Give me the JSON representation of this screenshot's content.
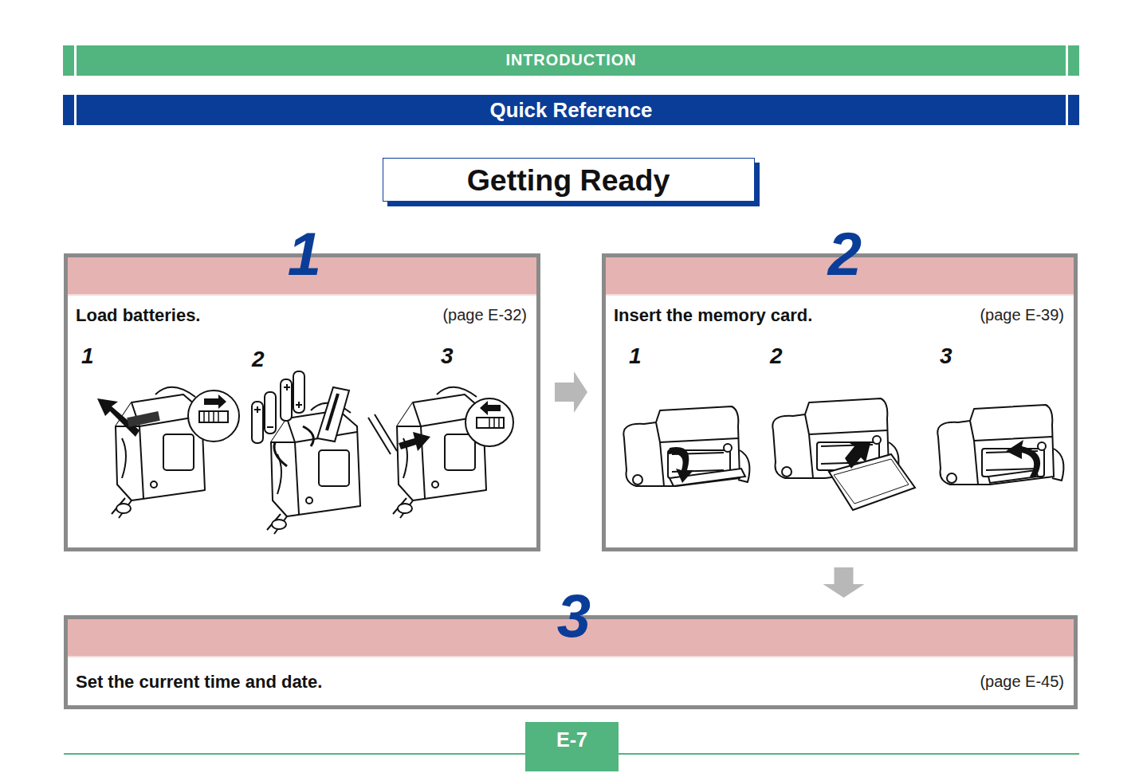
{
  "diagram": {
    "nodes": [
      {
        "text": [
          "INTRODUCTION"
        ]
      },
      {
        "text": [
          "Quick Reference"
        ]
      },
      {
        "text": [
          "Getting Ready"
        ]
      },
      {
        "text": [
          "1",
          "Load batteries.",
          "(page E-32)"
        ]
      },
      {
        "text": [
          "2",
          "Insert the memory card.",
          "(page E-39)"
        ]
      },
      {
        "text": [
          "3",
          "Set the current time and date.",
          "(page E-45)"
        ]
      },
      {
        "text": [
          "E-7"
        ]
      }
    ],
    "edges": [
      {
        "from": 3,
        "to": 4,
        "arrow": "to"
      },
      {
        "from": 4,
        "to": 5,
        "arrow": "to"
      }
    ],
    "labels": [
      "1",
      "2",
      "3",
      "1",
      "2",
      "3"
    ]
  }
}
